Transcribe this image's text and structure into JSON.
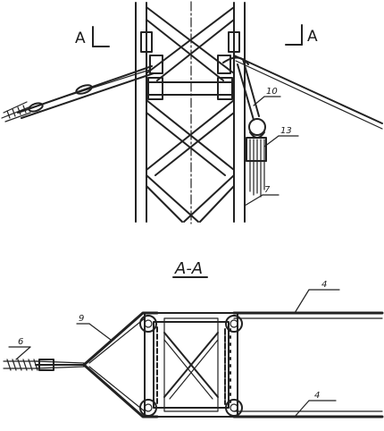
{
  "section_markers": {
    "left": "A",
    "right": "A"
  },
  "section_title": "A-A",
  "callouts": {
    "top": [
      {
        "id": "c10",
        "text": "10"
      },
      {
        "id": "c13",
        "text": "13"
      },
      {
        "id": "c7",
        "text": "7"
      }
    ],
    "bottom": [
      {
        "id": "c6",
        "text": "6"
      },
      {
        "id": "c9",
        "text": "9"
      },
      {
        "id": "c4a",
        "text": "4"
      },
      {
        "id": "c4b",
        "text": "4"
      }
    ]
  }
}
